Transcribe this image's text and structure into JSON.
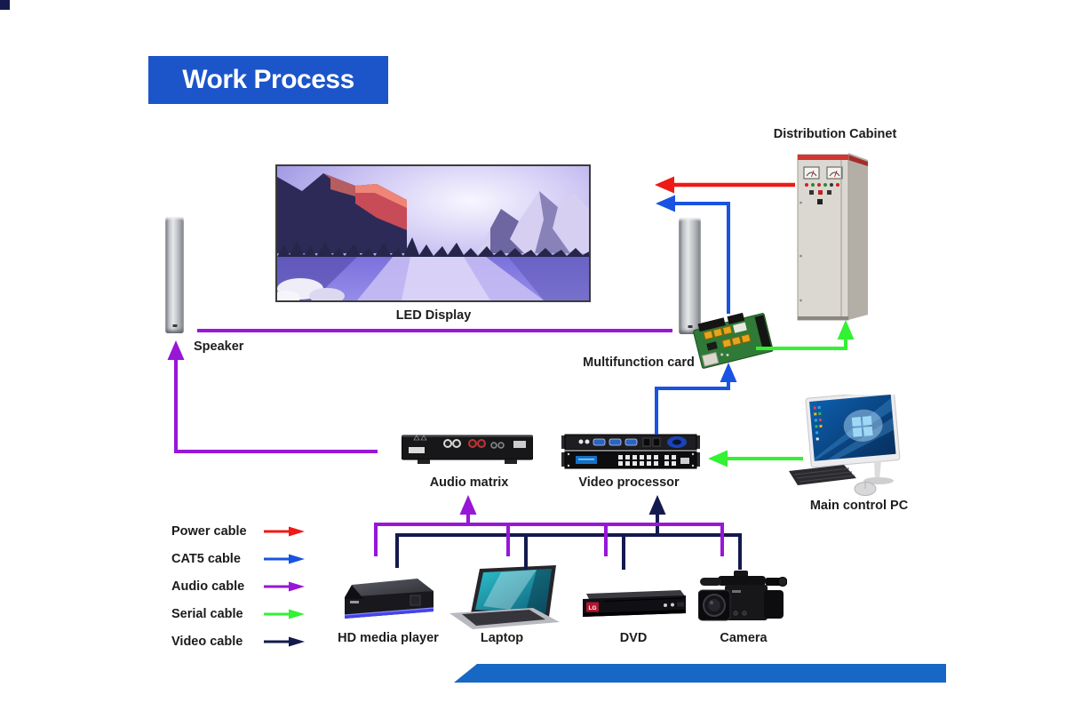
{
  "title": "Work Process",
  "nodes": {
    "led_display": {
      "label": "LED Display"
    },
    "speaker": {
      "label": "Speaker"
    },
    "distribution_cabinet": {
      "label": "Distribution Cabinet"
    },
    "multifunction_card": {
      "label": "Multifunction card"
    },
    "audio_matrix": {
      "label": "Audio matrix"
    },
    "video_processor": {
      "label": "Video processor"
    },
    "main_control_pc": {
      "label": "Main control PC"
    },
    "hd_media_player": {
      "label": "HD media player"
    },
    "laptop": {
      "label": "Laptop"
    },
    "dvd": {
      "label": "DVD",
      "logo": "LG"
    },
    "camera": {
      "label": "Camera"
    }
  },
  "legend": {
    "items": [
      {
        "id": "power",
        "label": "Power cable",
        "color": "#ed1a16"
      },
      {
        "id": "cat5",
        "label": "CAT5 cable",
        "color": "#1853e2"
      },
      {
        "id": "audio",
        "label": "Audio cable",
        "color": "#9816d8"
      },
      {
        "id": "serial",
        "label": "Serial cable",
        "color": "#33f133"
      },
      {
        "id": "video",
        "label": "Video cable",
        "color": "#141a4e"
      }
    ]
  },
  "cable_colors": {
    "power": "#ed1a16",
    "cat5": "#1853e2",
    "audio": "#9816d8",
    "serial": "#33f133",
    "video": "#141a4e"
  },
  "accent": {
    "banner_blue": "#1b55c9",
    "footer_blue": "#1767c5"
  }
}
